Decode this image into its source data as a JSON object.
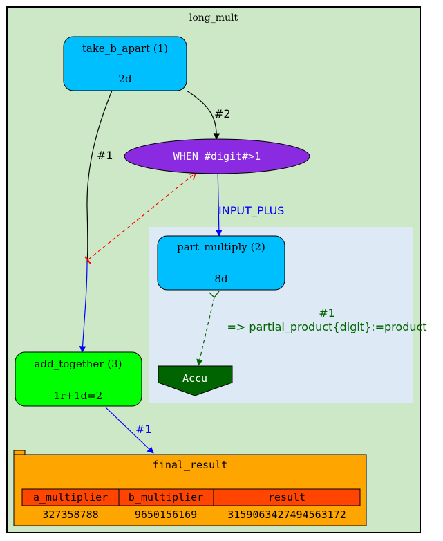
{
  "cluster": {
    "title": "long_mult",
    "bg_color": "#cde8c6",
    "inner_bg_color": "#dde9f4"
  },
  "nodes": {
    "take_b_apart": {
      "title": "take_b_apart (1)",
      "detail": "2d",
      "color": "#00bfff"
    },
    "when_condition": {
      "label": "WHEN #digit#>1",
      "color": "#8a2be2"
    },
    "part_multiply": {
      "title": "part_multiply (2)",
      "detail": "8d",
      "color": "#00bfff"
    },
    "accu": {
      "label": "Accu",
      "color": "#006400"
    },
    "add_together": {
      "title": "add_together (3)",
      "detail": "1r+1d=2",
      "color": "#00ff00"
    },
    "final_result": {
      "title": "final_result",
      "color": "#ffa500",
      "header_color": "#ff4500",
      "columns": [
        "a_multiplier",
        "b_multiplier",
        "result"
      ],
      "row": [
        "327358788",
        "9650156169",
        "3159063427494563172"
      ]
    }
  },
  "edges": {
    "take_to_when": {
      "label": "#2",
      "color": "#000000"
    },
    "take_to_add": {
      "label": "#1",
      "color": "#000000"
    },
    "when_to_part": {
      "label": "INPUT_PLUS",
      "color": "#0000ff"
    },
    "semaphore": {
      "color": "#ff0000"
    },
    "part_to_accu": {
      "label_line1": "#1",
      "label_line2": "=> partial_product{digit}:=product",
      "color": "#006400"
    },
    "add_to_final": {
      "label": "#1",
      "color": "#0000ff"
    }
  }
}
